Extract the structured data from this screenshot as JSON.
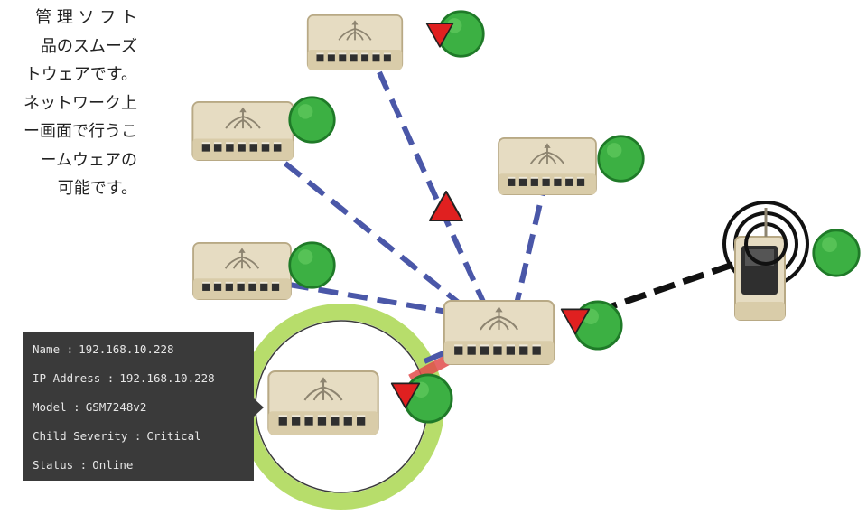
{
  "description_lines": [
    "管 理 ソ フ ト",
    "品のスムーズ",
    "トウェアです。",
    "ネットワーク上",
    "ー画面で行うこ",
    "ームウェアの",
    "可能です。"
  ],
  "info_panel": {
    "name_label": "Name :",
    "name_value": "192.168.10.228",
    "ip_label": "IP Address :",
    "ip_value": "192.168.10.228",
    "model_label": "Model :",
    "model_value": "GSM7248v2",
    "severity_label": "Child Severity :",
    "severity_value": "Critical",
    "status_label": "Status :",
    "status_value": "Online"
  },
  "colors": {
    "status_ok": "#3cb043",
    "status_critical": "#e02020",
    "link_normal": "#4a57a8",
    "link_wireless": "#111111",
    "link_critical": "#e24b4b",
    "selection_ring": "#9fd23a",
    "device_body": "#e6dcc2"
  },
  "icons": {
    "switch": "network-switch-icon",
    "access_point": "wireless-access-point-icon",
    "ok_status": "green-status-dot-icon",
    "critical_status": "red-triangle-alert-icon"
  }
}
